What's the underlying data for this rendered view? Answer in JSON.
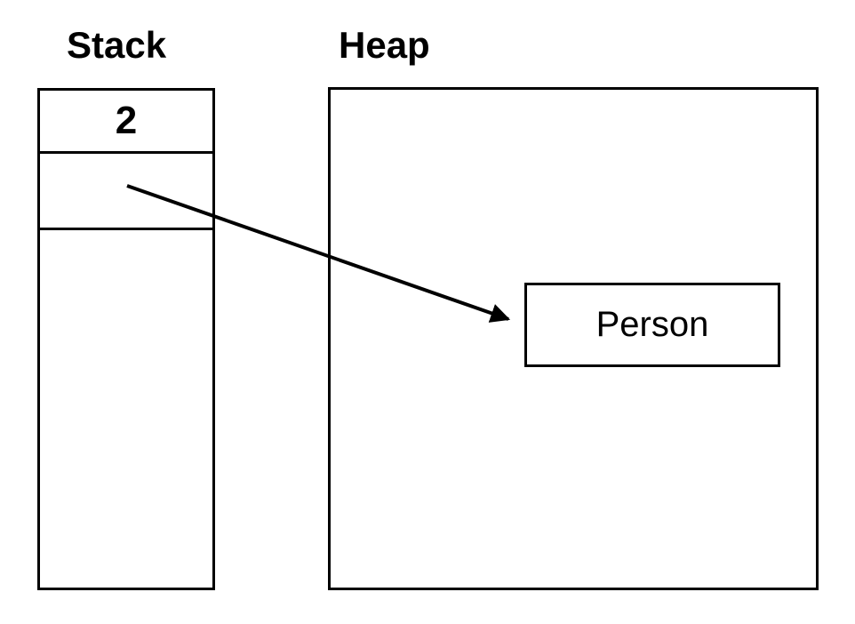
{
  "diagram": {
    "background_color": "#ffffff",
    "line_color": "#000000",
    "stack": {
      "label": "Stack",
      "cells": [
        {
          "value": "2"
        },
        {
          "value": ""
        }
      ]
    },
    "heap": {
      "label": "Heap",
      "objects": [
        {
          "label": "Person"
        }
      ]
    },
    "arrow": {
      "from": "stack-cell-reference",
      "to": "person-object-box"
    }
  }
}
